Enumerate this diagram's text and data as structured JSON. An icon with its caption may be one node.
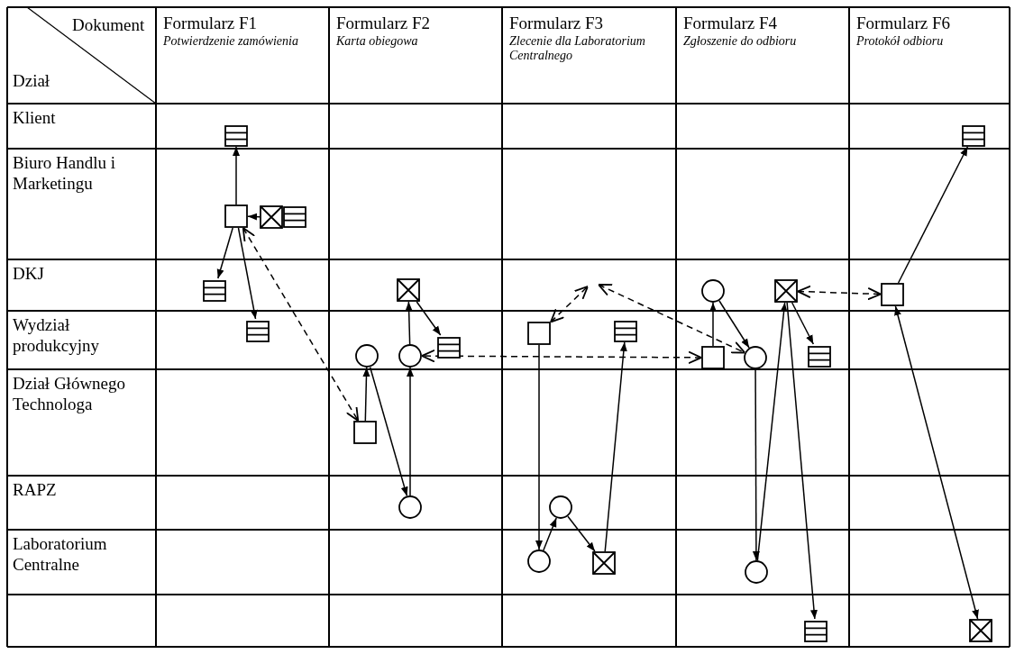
{
  "diagram": {
    "nodes": [
      {
        "text": [],
        "shape": "list"
      },
      {
        "text": [],
        "shape": "box"
      },
      {
        "text": [],
        "shape": "cross"
      },
      {
        "text": [],
        "shape": "list"
      },
      {
        "text": [],
        "shape": "list"
      },
      {
        "text": [],
        "shape": "list"
      },
      {
        "text": [],
        "shape": "cross"
      },
      {
        "text": [],
        "shape": "circle"
      },
      {
        "text": [],
        "shape": "circle"
      },
      {
        "text": [],
        "shape": "list"
      },
      {
        "text": [],
        "shape": "box"
      },
      {
        "text": [],
        "shape": "circle"
      },
      {
        "text": [],
        "shape": "box"
      },
      {
        "text": [],
        "shape": "list"
      },
      {
        "text": [],
        "shape": "circle"
      },
      {
        "text": [],
        "shape": "circle"
      },
      {
        "text": [],
        "shape": "cross"
      },
      {
        "text": [],
        "shape": "circle"
      },
      {
        "text": [],
        "shape": "cross"
      },
      {
        "text": [],
        "shape": "box"
      },
      {
        "text": [],
        "shape": "circle"
      },
      {
        "text": [],
        "shape": "list"
      },
      {
        "text": [],
        "shape": "circle"
      },
      {
        "text": [],
        "shape": "list"
      },
      {
        "text": [],
        "shape": "list"
      },
      {
        "text": [],
        "shape": "box"
      },
      {
        "text": [],
        "shape": "cross"
      }
    ],
    "edges": [
      {
        "from": 1,
        "to": 0,
        "arrow": "to"
      },
      {
        "from": 2,
        "to": 1,
        "arrow": "to"
      },
      {
        "from": 1,
        "to": 4,
        "arrow": "to"
      },
      {
        "from": 1,
        "to": 5,
        "arrow": "to"
      },
      {
        "from": 1,
        "to": 10,
        "arrow": "both",
        "style": "dashed"
      },
      {
        "from": 10,
        "to": 7,
        "arrow": "to"
      },
      {
        "from": 7,
        "to": 11,
        "arrow": "to"
      },
      {
        "from": 11,
        "to": 8,
        "arrow": "to"
      },
      {
        "from": 8,
        "to": 6,
        "arrow": "to"
      },
      {
        "from": 6,
        "to": 9,
        "arrow": "to"
      },
      {
        "from": 19,
        "to": 8,
        "arrow": "both",
        "style": "dashed"
      },
      {
        "from": 12,
        "to": 15,
        "arrow": "to"
      },
      {
        "from": 15,
        "to": 14,
        "arrow": "to"
      },
      {
        "from": 14,
        "to": 16,
        "arrow": "to"
      },
      {
        "from": 16,
        "to": 13,
        "arrow": "to"
      },
      {
        "from": 12,
        "to": null,
        "arrow": "both",
        "style": "dashed"
      },
      {
        "from": null,
        "to": 20,
        "arrow": "both",
        "style": "dashed"
      },
      {
        "from": 19,
        "to": 17,
        "arrow": "to"
      },
      {
        "from": 17,
        "to": 20,
        "arrow": "to"
      },
      {
        "from": 20,
        "to": 22,
        "arrow": "to"
      },
      {
        "from": 22,
        "to": 18,
        "arrow": "to"
      },
      {
        "from": 18,
        "to": 23,
        "arrow": "to"
      },
      {
        "from": 18,
        "to": 21,
        "arrow": "to"
      },
      {
        "from": 18,
        "to": 25,
        "arrow": "both",
        "style": "dashed"
      },
      {
        "from": 25,
        "to": 24,
        "arrow": "to"
      },
      {
        "from": 25,
        "to": 26,
        "arrow": "both"
      }
    ],
    "labels": [
      "Dokument",
      "Dział",
      "Formularz F1",
      "Potwierdzenie zamówienia",
      "Formularz F2",
      "Karta obiegowa",
      "Formularz F3",
      "Zlecenie dla Laboratorium Centralnego",
      "Formularz F4",
      "Zgłoszenie do odbioru",
      "Formularz F6",
      "Protokół odbioru",
      "Klient",
      "Biuro Handlu i Marketingu",
      "DKJ",
      "Wydział produkcyjny",
      "Dział Głównego Technologa",
      "RAPZ",
      "Laboratorium Centralne"
    ]
  }
}
